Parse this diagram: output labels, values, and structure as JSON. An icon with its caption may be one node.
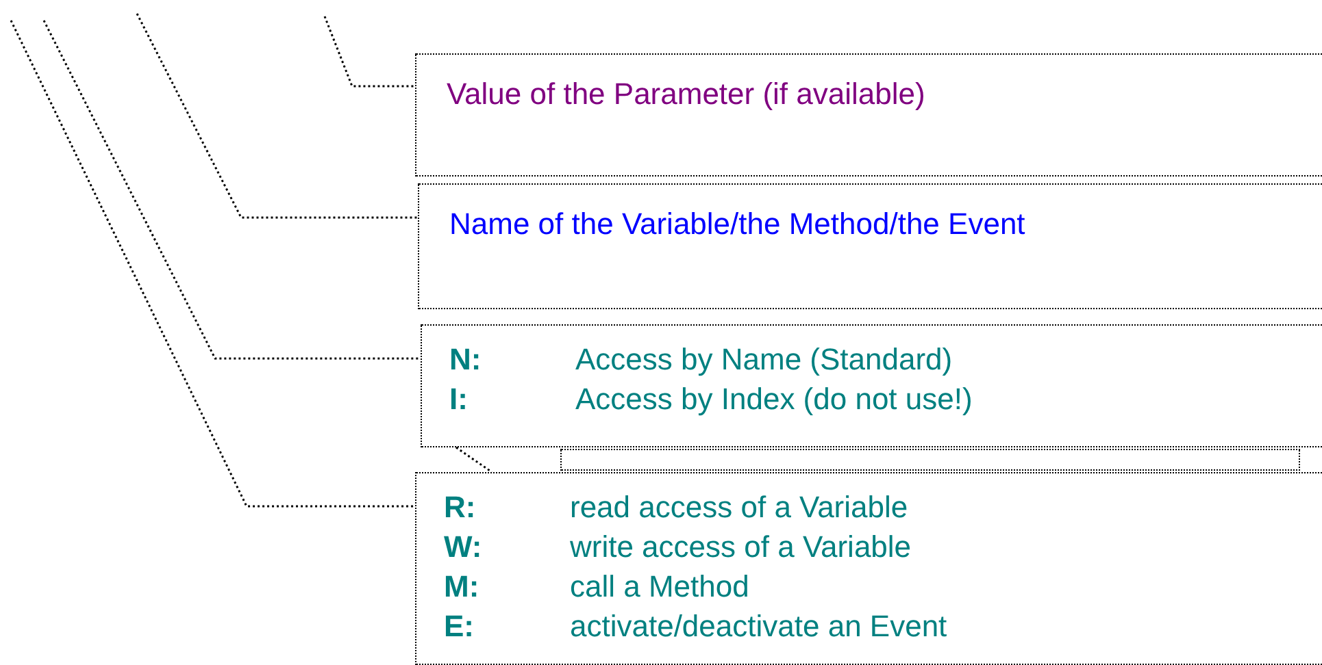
{
  "diagram": {
    "nodes": [
      {
        "text": [
          "Value of the Parameter (if available)"
        ]
      },
      {
        "text": [
          "Name of the Variable/the Method/the Event"
        ]
      },
      {
        "text": [
          "N:",
          "Access by Name (Standard)",
          "I:",
          "Access by Index (do not use!)"
        ]
      },
      {
        "text": [],
        "shape": "bar"
      },
      {
        "text": [
          "R:",
          "read access of a Variable",
          "W:",
          "write access of a Variable",
          "M:",
          "call a Method",
          "E:",
          "activate/deactivate an Event"
        ]
      }
    ],
    "edges": [
      {
        "from": null,
        "to": 0,
        "arrow": "none",
        "style": "dashed"
      },
      {
        "from": null,
        "to": 1,
        "arrow": "none",
        "style": "dashed"
      },
      {
        "from": null,
        "to": 2,
        "arrow": "none",
        "style": "dashed"
      },
      {
        "from": null,
        "to": 4,
        "arrow": "none",
        "style": "dashed"
      },
      {
        "from": 2,
        "to": 4,
        "arrow": "none",
        "style": "dashed"
      }
    ]
  }
}
